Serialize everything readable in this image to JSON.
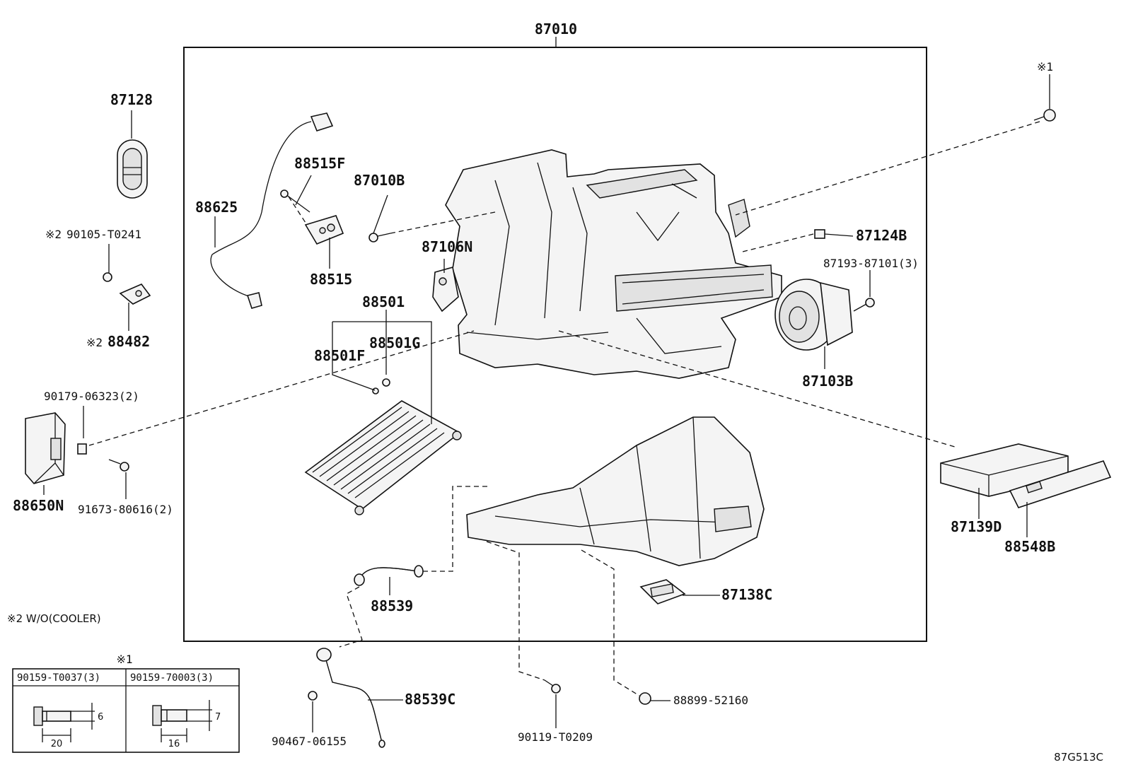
{
  "diagram": {
    "assembly_label": "87010",
    "labels": {
      "p87128": "87128",
      "p90105": "90105-T0241",
      "p90105_mark": "※2",
      "p88482": "88482",
      "p88482_mark": "※2",
      "p90179": "90179-06323(2)",
      "p88650N": "88650N",
      "p91673": "91673-80616(2)",
      "p88625": "88625",
      "p88515F": "88515F",
      "p88515": "88515",
      "p87010B": "87010B",
      "p87106N": "87106N",
      "p88501": "88501",
      "p88501F": "88501F",
      "p88501G": "88501G",
      "p87124B": "87124B",
      "p87193": "87193-87101(3)",
      "p87103B": "87103B",
      "p87139D": "87139D",
      "p88548B": "88548B",
      "p88539": "88539",
      "p87138C": "87138C",
      "p88539C": "88539C",
      "p90467": "90467-06155",
      "p90119": "90119-T0209",
      "p88899": "88899-52160",
      "mark1": "※1"
    },
    "note": "※2 W/O(COOLER)",
    "table": {
      "mark": "※1",
      "col1": {
        "header": "90159-T0037(3)",
        "dim_len": "20",
        "dim_dia": "6"
      },
      "col2": {
        "header": "90159-70003(3)",
        "dim_len": "16",
        "dim_dia": "7"
      }
    },
    "figure_code": "87G513C"
  }
}
